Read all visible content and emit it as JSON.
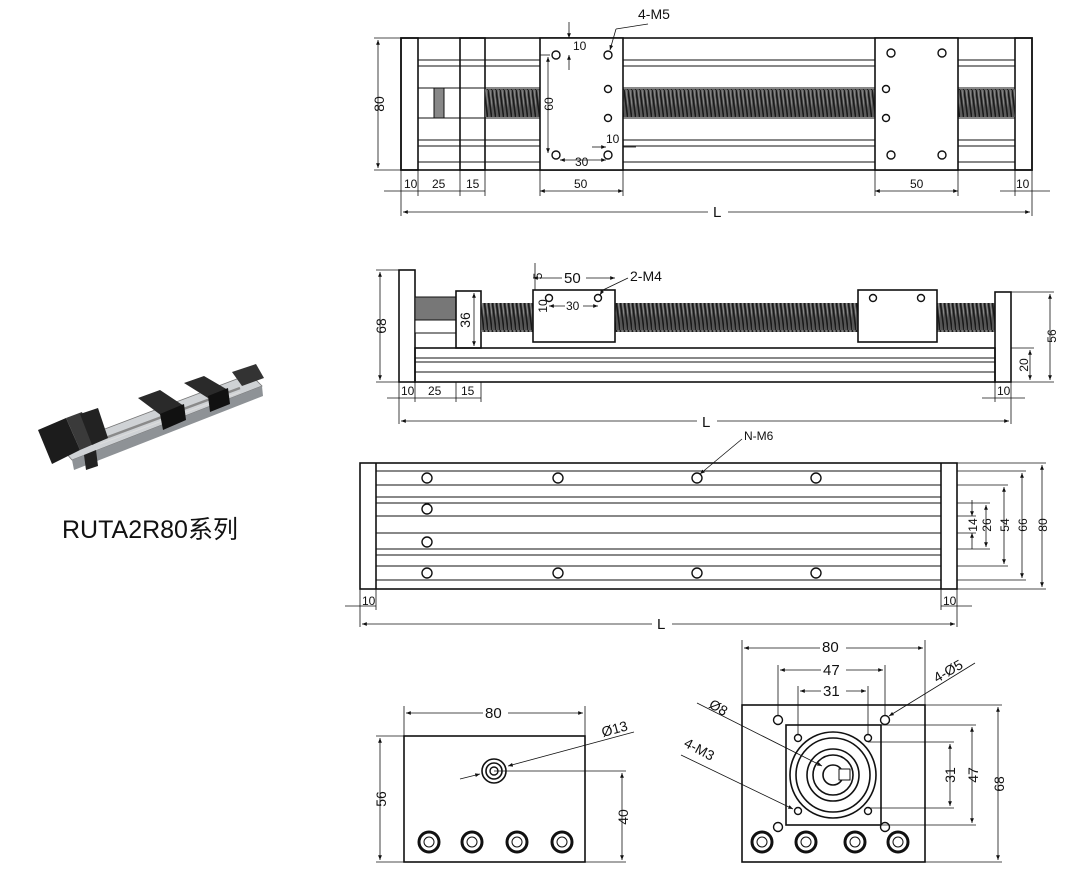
{
  "product": {
    "title": "RUTA2R80系列"
  },
  "top_view": {
    "labels": {
      "thread": "4-M5",
      "height": "80",
      "v10": "10",
      "v60": "60",
      "h10": "10",
      "h30": "30",
      "b10": "10",
      "b25": "25",
      "b15": "15",
      "b50a": "50",
      "b50b": "50",
      "b10r": "10",
      "length": "L"
    }
  },
  "side_view": {
    "labels": {
      "thread": "2-M4",
      "height": "68",
      "h36": "36",
      "v5": "5",
      "w50": "50",
      "v10": "10",
      "h30": "30",
      "right56": "56",
      "right20": "20",
      "b10": "10",
      "b25": "25",
      "b15": "15",
      "b10r": "10",
      "length": "L"
    }
  },
  "bottom_view": {
    "labels": {
      "thread": "N-M6",
      "d14": "14",
      "d26": "26",
      "d54": "54",
      "d66": "66",
      "d80": "80",
      "b10": "10",
      "b10r": "10",
      "length": "L"
    }
  },
  "end_view_left": {
    "labels": {
      "width": "80",
      "bore": "Ø13",
      "height": "56",
      "center": "40"
    }
  },
  "end_view_right": {
    "labels": {
      "w80": "80",
      "w47": "47",
      "w31": "31",
      "holes": "4-Ø5",
      "shaft": "Ø8",
      "screws": "4-M3",
      "v31": "31",
      "v47": "47",
      "v68": "68"
    }
  }
}
